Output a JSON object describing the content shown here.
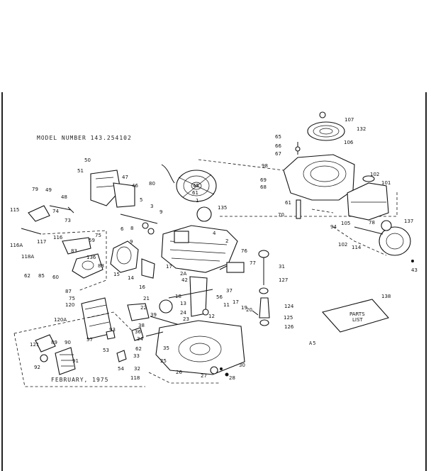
{
  "header": {
    "model_number": "MODEL NUMBER 143.254102",
    "date": "FEBRUARY, 1975",
    "page_code": "A5"
  },
  "manual": {
    "label_line1": "PARTS",
    "label_line2": "LIST"
  },
  "parts": [
    {
      "id": "107",
      "label": "107"
    },
    {
      "id": "132",
      "label": "132"
    },
    {
      "id": "106a",
      "label": "106"
    },
    {
      "id": "65",
      "label": "65"
    },
    {
      "id": "66",
      "label": "66"
    },
    {
      "id": "67",
      "label": "67"
    },
    {
      "id": "98",
      "label": "98"
    },
    {
      "id": "69",
      "label": "69"
    },
    {
      "id": "68",
      "label": "68"
    },
    {
      "id": "61a",
      "label": "61"
    },
    {
      "id": "70",
      "label": "70"
    },
    {
      "id": "102",
      "label": "102"
    },
    {
      "id": "101",
      "label": "101"
    },
    {
      "id": "94",
      "label": "94"
    },
    {
      "id": "105",
      "label": "105"
    },
    {
      "id": "78",
      "label": "78"
    },
    {
      "id": "137",
      "label": "137"
    },
    {
      "id": "102b",
      "label": "102"
    },
    {
      "id": "114",
      "label": "114"
    },
    {
      "id": "43",
      "label": "43"
    },
    {
      "id": "50",
      "label": "50"
    },
    {
      "id": "51",
      "label": "51"
    },
    {
      "id": "47",
      "label": "47"
    },
    {
      "id": "49",
      "label": "49"
    },
    {
      "id": "48",
      "label": "48"
    },
    {
      "id": "46",
      "label": "46"
    },
    {
      "id": "79",
      "label": "79"
    },
    {
      "id": "74",
      "label": "74"
    },
    {
      "id": "73",
      "label": "73"
    },
    {
      "id": "115",
      "label": "115"
    },
    {
      "id": "116A",
      "label": "116A"
    },
    {
      "id": "117",
      "label": "117"
    },
    {
      "id": "116",
      "label": "116"
    },
    {
      "id": "118A",
      "label": "118A"
    },
    {
      "id": "62",
      "label": "62"
    },
    {
      "id": "85",
      "label": "85"
    },
    {
      "id": "60",
      "label": "60"
    },
    {
      "id": "83",
      "label": "83"
    },
    {
      "id": "136",
      "label": "136"
    },
    {
      "id": "88",
      "label": "88"
    },
    {
      "id": "87",
      "label": "87"
    },
    {
      "id": "59",
      "label": "59"
    },
    {
      "id": "75a",
      "label": "75"
    },
    {
      "id": "80",
      "label": "80"
    },
    {
      "id": "135",
      "label": "135"
    },
    {
      "id": "45",
      "label": "45"
    },
    {
      "id": "61b",
      "label": "61"
    },
    {
      "id": "1",
      "label": "1"
    },
    {
      "id": "5",
      "label": "5"
    },
    {
      "id": "3",
      "label": "3"
    },
    {
      "id": "9a",
      "label": "9"
    },
    {
      "id": "6",
      "label": "6"
    },
    {
      "id": "8",
      "label": "8"
    },
    {
      "id": "9b",
      "label": "9"
    },
    {
      "id": "4",
      "label": "4"
    },
    {
      "id": "2",
      "label": "2"
    },
    {
      "id": "15",
      "label": "15"
    },
    {
      "id": "14",
      "label": "14"
    },
    {
      "id": "76",
      "label": "76"
    },
    {
      "id": "77",
      "label": "77"
    },
    {
      "id": "17",
      "label": "17"
    },
    {
      "id": "2A",
      "label": "2A"
    },
    {
      "id": "42",
      "label": "42"
    },
    {
      "id": "16",
      "label": "16"
    },
    {
      "id": "18",
      "label": "18"
    },
    {
      "id": "21",
      "label": "21"
    },
    {
      "id": "22",
      "label": "22"
    },
    {
      "id": "13",
      "label": "13"
    },
    {
      "id": "11",
      "label": "11"
    },
    {
      "id": "12",
      "label": "12"
    },
    {
      "id": "56",
      "label": "56"
    },
    {
      "id": "37",
      "label": "37"
    },
    {
      "id": "31",
      "label": "31"
    },
    {
      "id": "127",
      "label": "127"
    },
    {
      "id": "17b",
      "label": "17"
    },
    {
      "id": "19",
      "label": "19"
    },
    {
      "id": "20",
      "label": "20"
    },
    {
      "id": "124",
      "label": "124"
    },
    {
      "id": "125",
      "label": "125"
    },
    {
      "id": "126",
      "label": "126"
    },
    {
      "id": "138",
      "label": "138"
    },
    {
      "id": "120",
      "label": "120"
    },
    {
      "id": "75b",
      "label": "75"
    },
    {
      "id": "120A",
      "label": "120A"
    },
    {
      "id": "121",
      "label": "121"
    },
    {
      "id": "89",
      "label": "89"
    },
    {
      "id": "90",
      "label": "90"
    },
    {
      "id": "39",
      "label": "39"
    },
    {
      "id": "36",
      "label": "36"
    },
    {
      "id": "38",
      "label": "38"
    },
    {
      "id": "24",
      "label": "24"
    },
    {
      "id": "23",
      "label": "23"
    },
    {
      "id": "93",
      "label": "93"
    },
    {
      "id": "57",
      "label": "57"
    },
    {
      "id": "34",
      "label": "34"
    },
    {
      "id": "35",
      "label": "35"
    },
    {
      "id": "53",
      "label": "53"
    },
    {
      "id": "62b",
      "label": "62"
    },
    {
      "id": "33",
      "label": "33"
    },
    {
      "id": "54",
      "label": "54"
    },
    {
      "id": "25",
      "label": "25"
    },
    {
      "id": "32",
      "label": "32"
    },
    {
      "id": "118",
      "label": "118"
    },
    {
      "id": "92",
      "label": "92"
    },
    {
      "id": "91",
      "label": "91"
    },
    {
      "id": "26",
      "label": "26"
    },
    {
      "id": "27",
      "label": "27"
    },
    {
      "id": "28",
      "label": "28"
    },
    {
      "id": "30",
      "label": "30"
    }
  ]
}
